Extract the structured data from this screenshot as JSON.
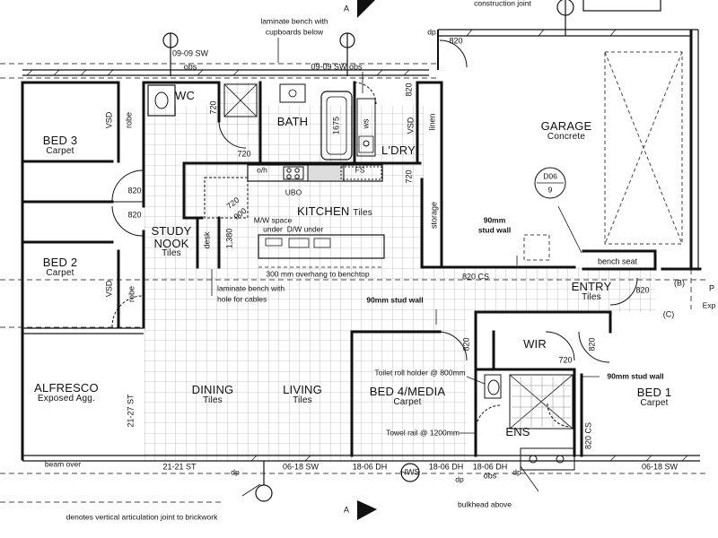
{
  "rooms": {
    "bed3": {
      "name": "BED 3",
      "finish": "Carpet"
    },
    "bed2": {
      "name": "BED 2",
      "finish": "Carpet"
    },
    "alfresco": {
      "name": "ALFRESCO",
      "finish": "Exposed Agg."
    },
    "wc": {
      "name": "WC"
    },
    "bath": {
      "name": "BATH"
    },
    "ldry": {
      "name": "L'DRY"
    },
    "garage": {
      "name": "GARAGE",
      "finish": "Concrete"
    },
    "study": {
      "name1": "STUDY",
      "name2": "NOOK",
      "finish": "Tiles"
    },
    "kitchen": {
      "name": "KITCHEN",
      "finish": "Tiles"
    },
    "dining": {
      "name": "DINING",
      "finish": "Tiles"
    },
    "living": {
      "name": "LIVING",
      "finish": "Tiles"
    },
    "entry": {
      "name": "ENTRY",
      "finish": "Tiles"
    },
    "bed4": {
      "name": "BED 4/MEDIA",
      "finish": "Carpet"
    },
    "wir": {
      "name": "WIR"
    },
    "ens": {
      "name": "ENS"
    },
    "bed1": {
      "name": "BED 1",
      "finish": "Carpet"
    }
  },
  "fixtures": {
    "vsd": "VSD",
    "robe": "robe",
    "linen": "linen",
    "storage": "storage",
    "desk": "desk",
    "ws": "ws",
    "fs": "FS",
    "oh": "o/h",
    "ubo": "UBO",
    "bench_seat": "bench seat",
    "mw_space": "M/W space",
    "mw_under": "under",
    "dw_under": "D/W under"
  },
  "dimensions": {
    "d820": "820",
    "d720": "720",
    "d1675": "1675",
    "d1380": "1,380",
    "d900": "900",
    "ws_0909": "09-09 SW",
    "obs": "obs",
    "ws_0909_obs": "09-09 SW obs",
    "ws_2121": "21-21 ST",
    "ws_2127": "21-27 ST",
    "ws_0618": "06-18 SW",
    "ws_1806dh": "18-06 DH",
    "ws_1806": "18-06 DH",
    "ws_1806sw": "18-06 DH",
    "ws_0618b": "06-18 SW",
    "cs": "820 CS",
    "hws": "HWS",
    "dp": "dp",
    "sec_a": "A",
    "d06": "D06",
    "d06_num": "9",
    "b": "(B)",
    "c": "(C)",
    "p": "P",
    "ex": "Exp"
  },
  "notes": {
    "construction_joint": "construction joint",
    "laminate_bench": "laminate bench with",
    "cupboards": "cupboards below",
    "laminate_bench2": "laminate bench with",
    "hole_cables": "hole for cables",
    "overhang": "300 mm overhang to benchtop",
    "stud90": "90mm stud wall",
    "stud_wall": "90mm",
    "stud_wall2": "stud wall",
    "stud90b": "90mm stud wall",
    "toilet_roll": "Toilet roll holder @ 800mm",
    "towel_rail": "Towel rail @ 1200mm",
    "beam_over": "beam over",
    "bulkhead": "bulkhead above",
    "articulation": "denotes vertical articulation joint to brickwork"
  }
}
